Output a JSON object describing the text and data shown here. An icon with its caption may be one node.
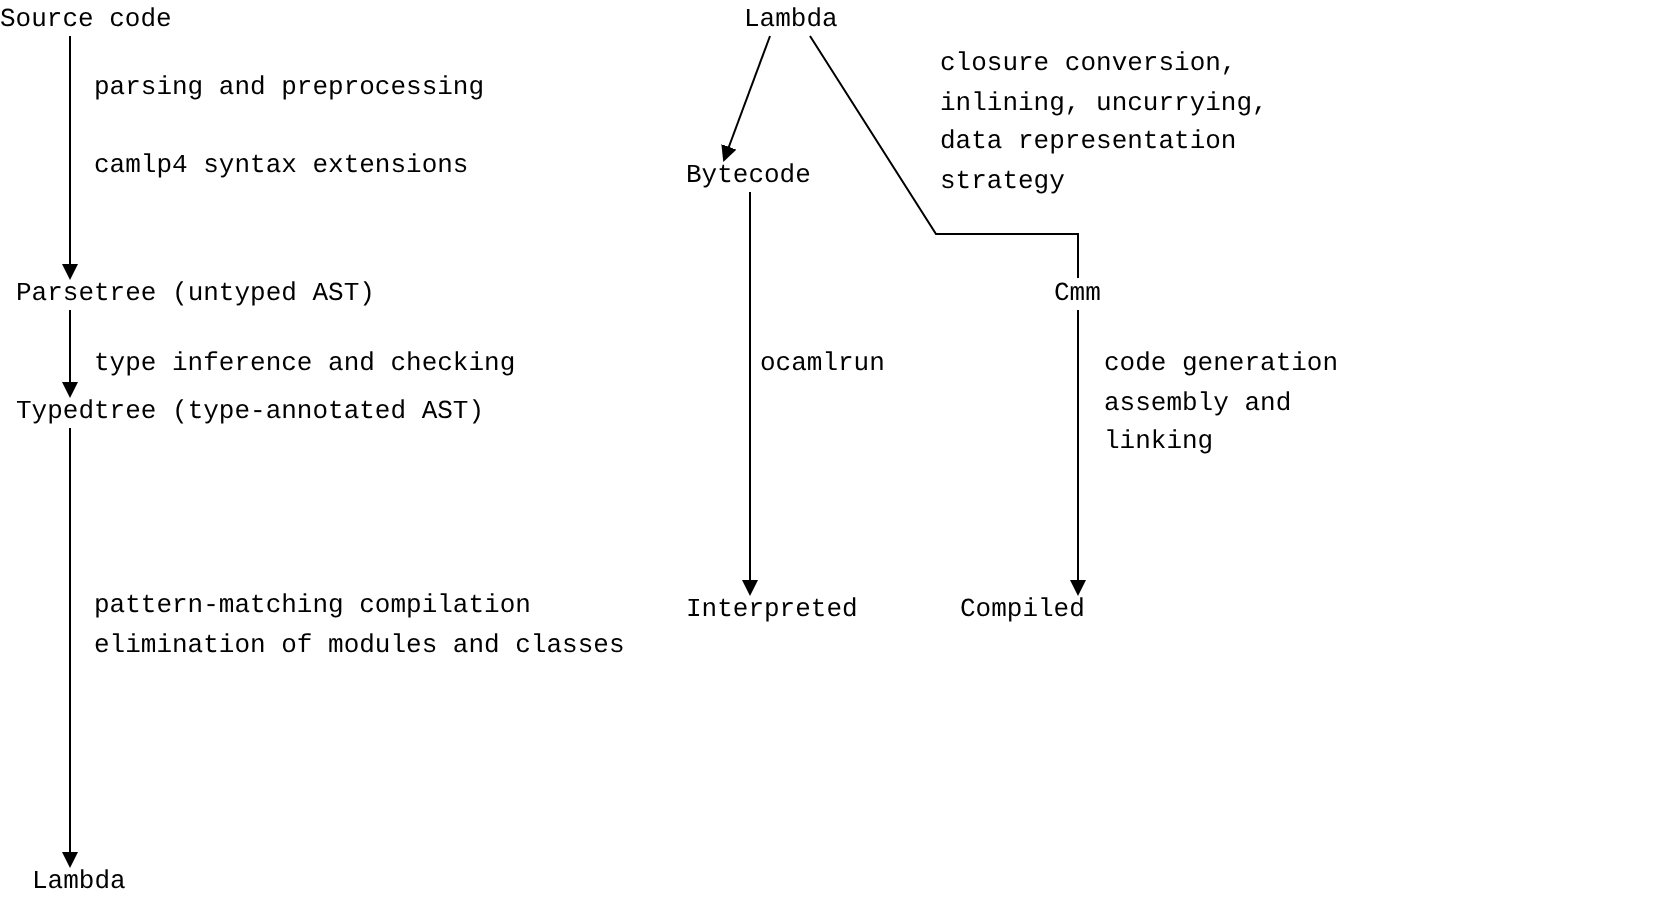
{
  "diagram": {
    "nodes": [
      {
        "text": [
          "Source code"
        ]
      },
      {
        "text": [
          "Parsetree (untyped AST)"
        ]
      },
      {
        "text": [
          "Typedtree (type-annotated AST)"
        ]
      },
      {
        "text": [
          "Lambda"
        ]
      },
      {
        "text": [
          "Lambda"
        ]
      },
      {
        "text": [
          "Bytecode"
        ]
      },
      {
        "text": [
          "Cmm"
        ]
      },
      {
        "text": [
          "Interpreted"
        ]
      },
      {
        "text": [
          "Compiled"
        ]
      }
    ],
    "edges": [
      {
        "from": 0,
        "to": 1,
        "arrow": "to",
        "label": "parsing and preprocessing"
      },
      {
        "from": 1,
        "to": 2,
        "arrow": "to",
        "label": "type inference and checking"
      },
      {
        "from": 2,
        "to": 3,
        "arrow": "to",
        "label": "pattern-matching compilation elimination of modules and classes"
      },
      {
        "from": 4,
        "to": 5,
        "arrow": "to"
      },
      {
        "from": 4,
        "to": 6,
        "arrow": "none",
        "label": "closure conversion, inlining, uncurrying, data representation strategy"
      },
      {
        "from": 5,
        "to": 7,
        "arrow": "to",
        "label": "ocamlrun"
      },
      {
        "from": 6,
        "to": 8,
        "arrow": "to",
        "label": "code generation assembly and linking"
      }
    ],
    "labels": [
      "camlp4 syntax extensions"
    ]
  }
}
